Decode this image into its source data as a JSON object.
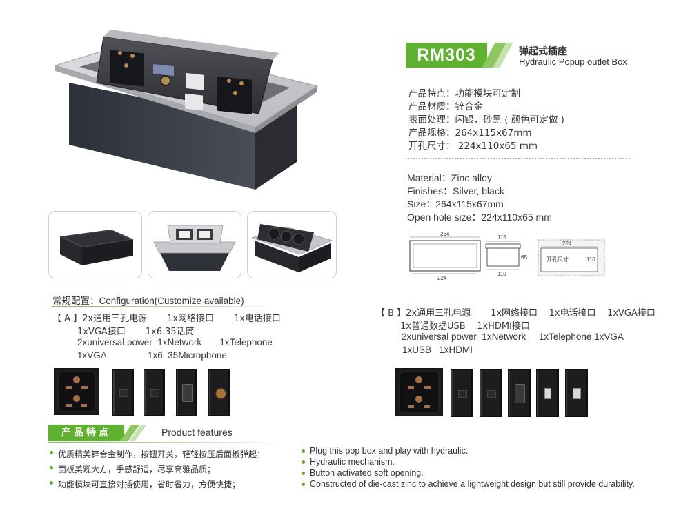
{
  "header": {
    "model": "RM303",
    "title_zh": "弹起式插座",
    "title_en": "Hydraulic Popup outlet Box"
  },
  "specs_zh": [
    "产品特点：功能模块可定制",
    "产品材质：锌合金",
    "表面处理：闪银，砂黑 ( 颜色可定做 )",
    "产品规格：264x115x67mm",
    "开孔尺寸： 224x110x65 mm"
  ],
  "specs_en": [
    "Material：Zinc alloy",
    "Finishes：Silver, black",
    "Size：264x115x67mm",
    "Open hole size：224x110x65 mm"
  ],
  "dimensions": {
    "top": {
      "width_top": "264",
      "width_bottom": "224"
    },
    "side": {
      "width_top": "115",
      "height": "65",
      "width_bottom": "110"
    },
    "cutout": {
      "width": "224",
      "height": "110",
      "label": "开孔尺寸"
    }
  },
  "configuration": {
    "title_zh": "常规配置：",
    "title_en": "Configuration(Customize available)",
    "a": {
      "line1": "【 A 】2x通用三孔电源       1x网络接口       1x电话接口",
      "line2": "1xVGA接口       1x6.35话筒",
      "line3": "2xuniversal power  1xNetwork       1xTelephone",
      "line4": "1xVGA                1x6. 35Microphone"
    },
    "b": {
      "line1": "【 B 】2x通用三孔电源       1x网络接口    1x电话接口    1xVGA接口",
      "line2": "1x普通数据USB    1xHDMI接口",
      "line3": "2xuniversal power  1xNetwork     1xTelephone 1xVGA",
      "line4": "1xUSB   1xHDMI"
    }
  },
  "features": {
    "badge_zh": "产品特点",
    "title_en": "Product features",
    "zh": [
      "优质精美锌合金制作，按钮开关，轻轻按压后面板弹起；",
      "面板美观大方，手感舒适，尽享高雅品质；",
      "功能模块可直接对插使用，省时省力，方便快捷；"
    ],
    "en": [
      "Plug this pop box and play with hydraulic.",
      "Hydraulic mechanism.",
      "Button activated soft opening.",
      "Constructed of die-cast zinc to achieve a lightweight design but still provide durability."
    ]
  },
  "colors": {
    "accent_green": "#5fb130",
    "housing": "#3a3d45",
    "silver": "#c9cbce"
  }
}
